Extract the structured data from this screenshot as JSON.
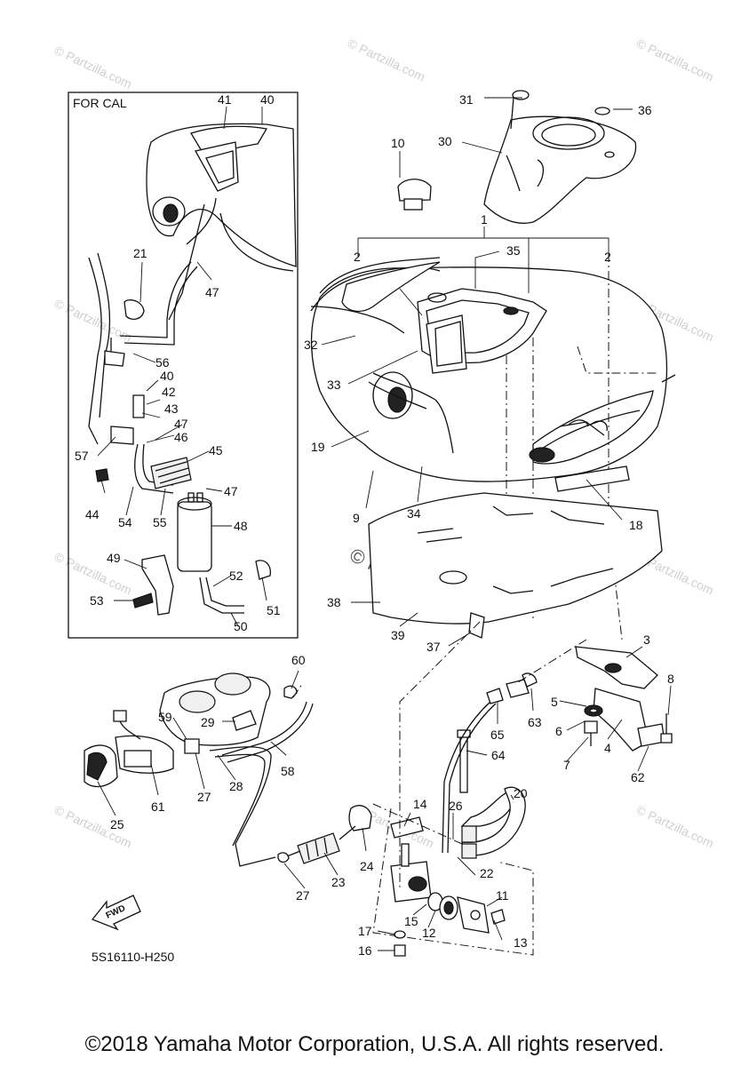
{
  "diagram": {
    "inset_title": "FOR CAL",
    "drawing_code": "5S16110-H250",
    "fwd_label": "FWD",
    "copyright": "©2018 Yamaha Motor Corporation, U.S.A. All rights reserved.",
    "watermark_small": "© Partzilla.com",
    "watermark_center": "© Partzilla.com",
    "callouts": [
      "1",
      "2",
      "2",
      "3",
      "4",
      "5",
      "6",
      "7",
      "8",
      "9",
      "10",
      "11",
      "12",
      "13",
      "14",
      "15",
      "16",
      "17",
      "19",
      "20",
      "21",
      "22",
      "23",
      "24",
      "25",
      "26",
      "27",
      "27",
      "28",
      "29",
      "30",
      "31",
      "32",
      "33",
      "34",
      "35",
      "36",
      "37",
      "38",
      "39",
      "40",
      "40",
      "41",
      "42",
      "43",
      "44",
      "45",
      "46",
      "47",
      "47",
      "47",
      "48",
      "49",
      "50",
      "51",
      "52",
      "53",
      "54",
      "55",
      "56",
      "57",
      "58",
      "59",
      "60",
      "61",
      "62",
      "63",
      "64",
      "65",
      "18"
    ]
  }
}
